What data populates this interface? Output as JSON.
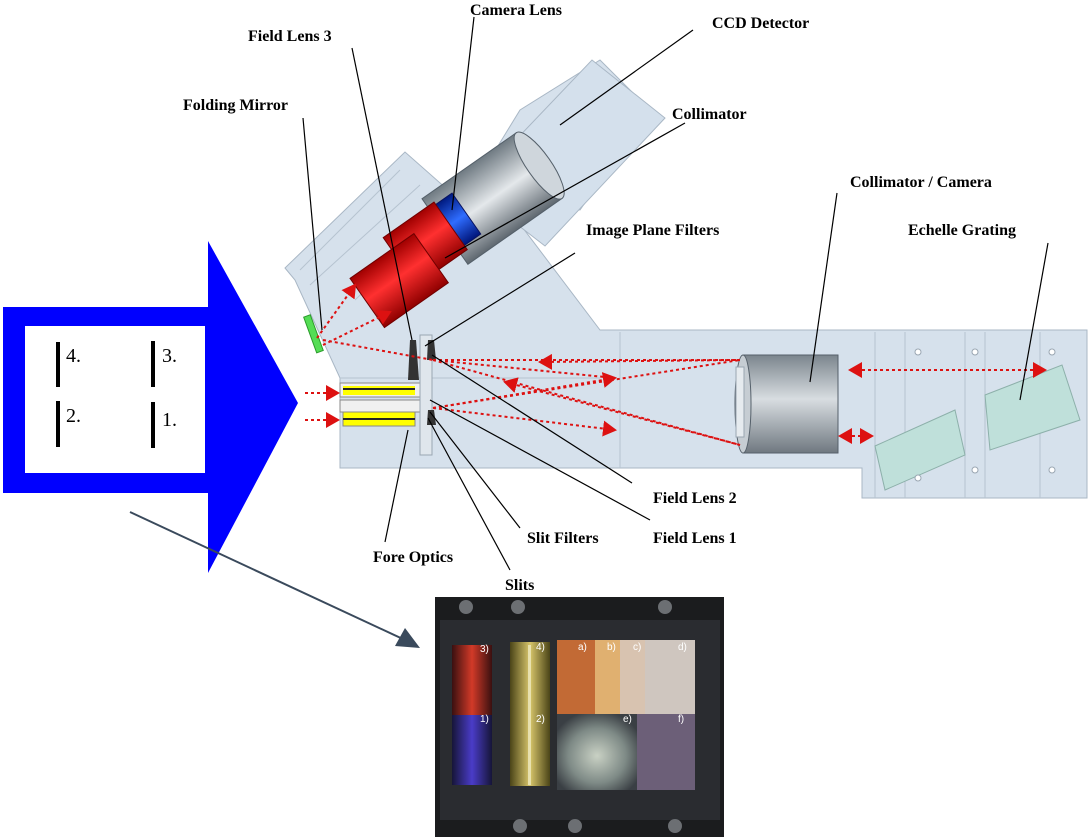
{
  "labels": {
    "camera_lens": "Camera Lens",
    "ccd_detector": "CCD Detector",
    "field_lens_3": "Field Lens 3",
    "folding_mirror": "Folding Mirror",
    "collimator": "Collimator",
    "collimator_camera": "Collimator / Camera",
    "image_plane_filters": "Image Plane Filters",
    "echelle_grating": "Echelle Grating",
    "field_lens_2": "Field Lens 2",
    "field_lens_1": "Field Lens 1",
    "slit_filters": "Slit Filters",
    "fore_optics": "Fore Optics",
    "slits": "Slits"
  },
  "slit_numbers": [
    "4.",
    "3.",
    "2.",
    "1."
  ],
  "photo_labels": {
    "slits": [
      "3)",
      "4)",
      "1)",
      "2)"
    ],
    "filters": [
      "a)",
      "b)",
      "c)",
      "d)",
      "e)",
      "f)"
    ]
  },
  "colors": {
    "arrow": "#0000ff",
    "housing": "#d6e1ec",
    "lens_red": "#e01818",
    "lens_blue": "#1030c0",
    "fore_optics": "#ffff00",
    "folding_mirror": "#55dd55",
    "ray": "#dd1111",
    "grating": "#bfe0da",
    "pointer": "#3a4a5c"
  }
}
